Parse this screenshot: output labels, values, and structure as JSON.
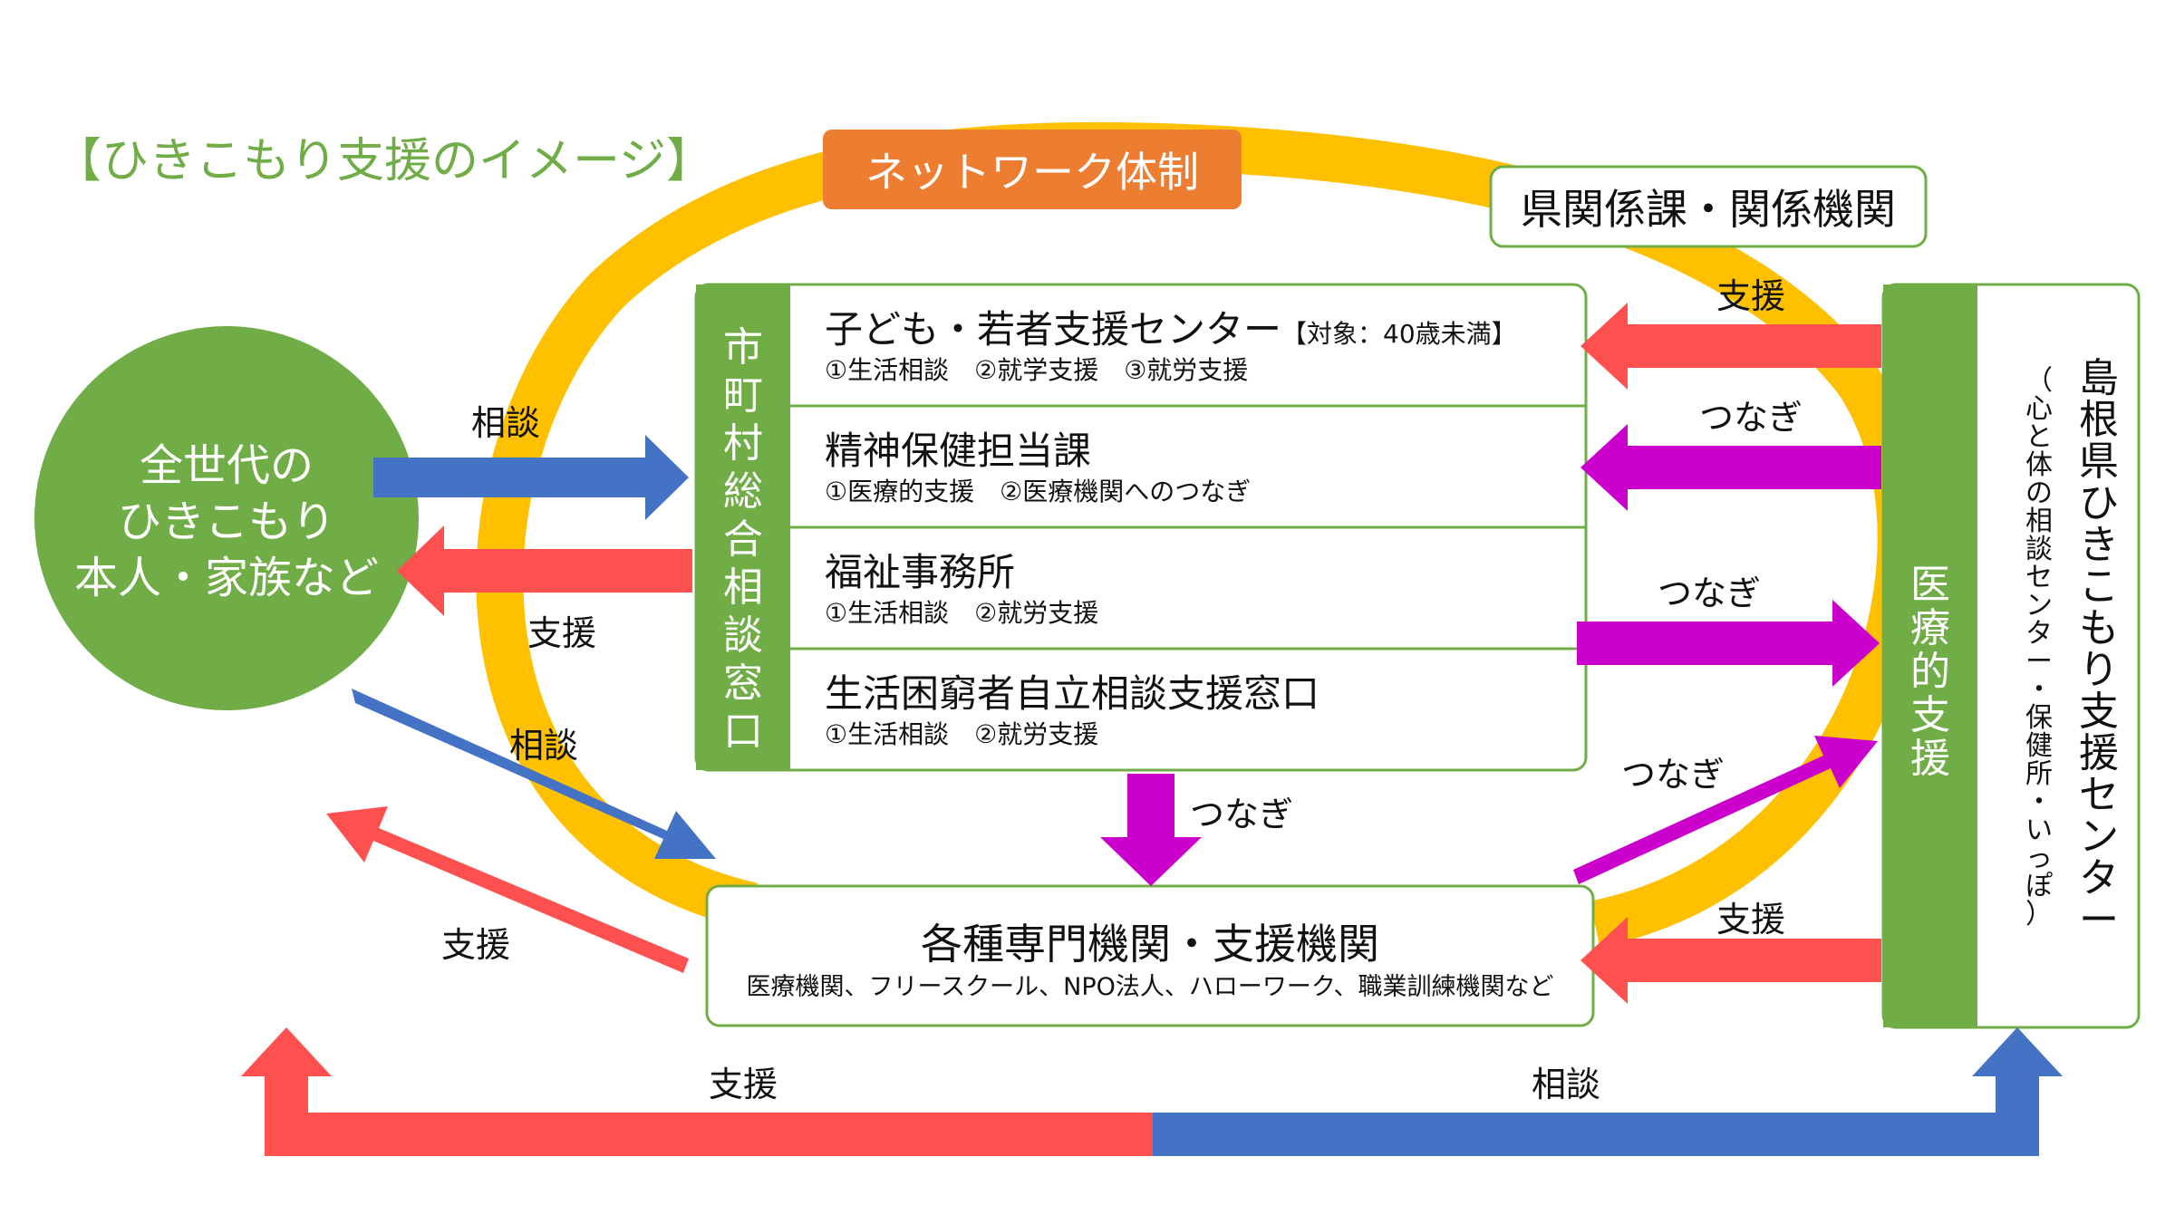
{
  "title": "【ひきこもり支援のイメージ】",
  "network_label": "ネットワーク体制",
  "prefecture_label": "県関係課・関係機関",
  "person_box": {
    "line1": "全世代の",
    "line2": "ひきこもり",
    "line3": "本人・家族など"
  },
  "municipal_label": [
    "市",
    "町",
    "村",
    "総",
    "合",
    "相",
    "談",
    "窓",
    "口"
  ],
  "municipal_rows": [
    {
      "title": "子ども・若者支援センター",
      "note": "【対象：40歳未満】",
      "sub": "①生活相談　②就学支援　③就労支援"
    },
    {
      "title": "精神保健担当課",
      "note": "",
      "sub": "①医療的支援　②医療機関へのつなぎ"
    },
    {
      "title": "福祉事務所",
      "note": "",
      "sub": "①生活相談　②就労支援"
    },
    {
      "title": "生活困窮者自立相談支援窓口",
      "note": "",
      "sub": "①生活相談　②就労支援"
    }
  ],
  "specialist_box": {
    "title": "各種専門機関・支援機関",
    "sub": "医療機関、フリースクール、NPO法人、ハローワーク、職業訓練機関など"
  },
  "medical_label": [
    "医",
    "療",
    "的",
    "支",
    "援"
  ],
  "center_label_main": [
    "島",
    "根",
    "県",
    "ひ",
    "き",
    "こ",
    "も",
    "り",
    "支",
    "援",
    "セ",
    "ン",
    "タ",
    "ー"
  ],
  "center_label_sub": [
    "（",
    "心",
    "と",
    "体",
    "の",
    "相",
    "談",
    "セ",
    "ン",
    "タ",
    "ー",
    "・",
    "保",
    "健",
    "所",
    "・",
    "い",
    "っ",
    "ぽ",
    "）"
  ],
  "arrow_labels": {
    "consult_to_municipal": "相談",
    "support_from_municipal": "支援",
    "consult_to_specialist": "相談",
    "support_from_specialist": "支援",
    "center_support_top": "支援",
    "center_link_1": "つなぎ",
    "center_link_2": "つなぎ",
    "municipal_to_specialist": "つなぎ",
    "specialist_to_center": "つなぎ",
    "center_support_bottom": "支援",
    "bottom_support": "支援",
    "bottom_consult": "相談"
  },
  "colors": {
    "green": "#70ad47",
    "orange": "#ed7d31",
    "ring": "#ffc000",
    "red": "#ff5050",
    "blue": "#4472c4",
    "magenta": "#cc00cc",
    "title_green": "#70ad47"
  }
}
